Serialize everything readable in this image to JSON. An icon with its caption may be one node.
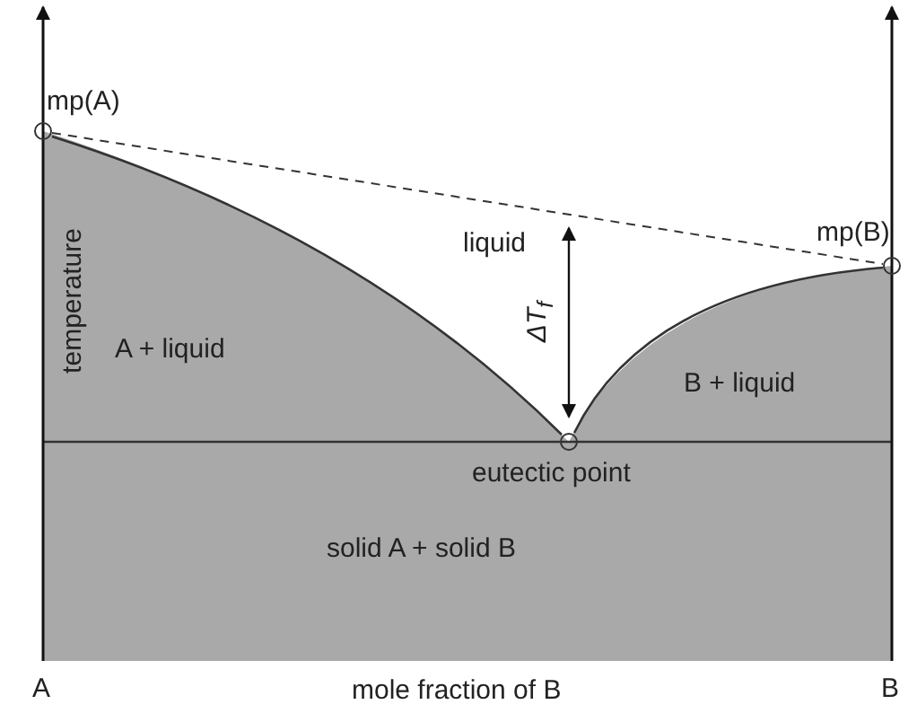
{
  "diagram": {
    "nodes": [
      {
        "text": [],
        "shape": "circle",
        "beside": [
          "mp(A)"
        ]
      },
      {
        "text": [],
        "shape": "circle",
        "beside": [
          "mp(B)"
        ]
      },
      {
        "text": [],
        "shape": "circle",
        "beside": [
          "eutectic point"
        ]
      }
    ],
    "edges": [
      {
        "from": 0,
        "to": 1,
        "arrow": "none",
        "style": "dashed"
      },
      {
        "from": 0,
        "to": 2,
        "arrow": "none"
      },
      {
        "from": 1,
        "to": 2,
        "arrow": "none"
      }
    ],
    "labels": [
      "temperature",
      "liquid",
      "A + liquid",
      "ΔT$_{f}$",
      "B + liquid",
      "solid A + solid B",
      "A",
      "B",
      "mole fraction of B"
    ]
  }
}
